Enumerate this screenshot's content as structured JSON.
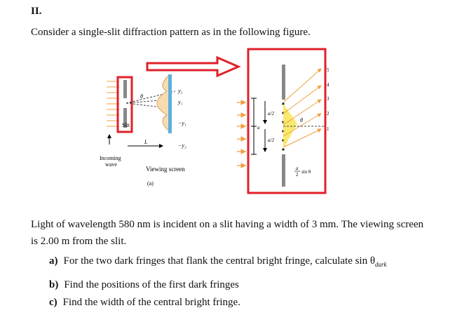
{
  "heading": "II.",
  "intro": "Consider a single-slit diffraction pattern as in the following figure.",
  "figure": {
    "left": {
      "slit_label": "Slit",
      "theta_label": "θ",
      "L_label": "L",
      "incoming_label_1": "Incoming",
      "incoming_label_2": "wave",
      "viewing_screen_label": "Viewing screen",
      "sub_label": "(a)",
      "y2": "y₂",
      "y1": "y₁",
      "neg_y1": "−y₁",
      "neg_y2": "−y₂"
    },
    "right": {
      "a_half_top": "a/2",
      "a_label": "a",
      "a_half_bottom": "a/2",
      "theta_label": "θ",
      "path_diff_num": "a",
      "path_diff_den": "2",
      "path_diff_text": "sin θ",
      "ray_numbers": [
        "5",
        "4",
        "3",
        "2",
        "1"
      ]
    },
    "highlight_color": "#e0202a"
  },
  "body": {
    "para_line1": "Light of wavelength 580 nm is incident on a slit having a width of 3 mm. The viewing screen",
    "para_line2": "is 2.00 m from the slit."
  },
  "questions": [
    {
      "label": "a)",
      "text": "For the two dark fringes that flank the central bright fringe, calculate sin θ",
      "sub": "dark"
    },
    {
      "label": "b)",
      "text": "Find the positions of the first dark fringes"
    },
    {
      "label": "c)",
      "text": "Find the width of the central bright fringe."
    }
  ]
}
